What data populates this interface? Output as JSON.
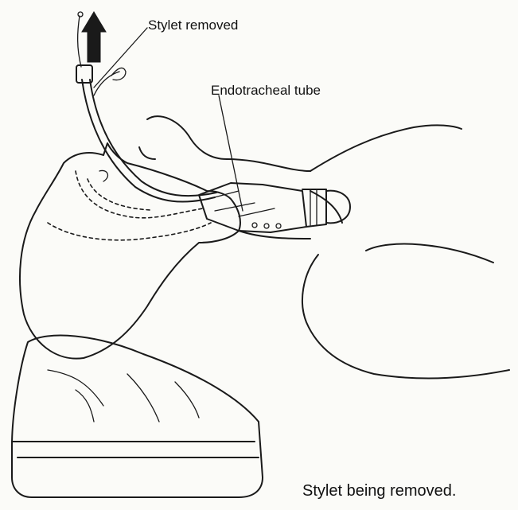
{
  "labels": {
    "stylet_removed": "Stylet removed",
    "endotracheal_tube": "Endotracheal tube"
  },
  "caption": "Stylet being removed.",
  "colors": {
    "ink": "#1a1a1a",
    "paper": "#fbfbf8"
  },
  "icons": {
    "removal_direction": "up-arrow-icon"
  }
}
